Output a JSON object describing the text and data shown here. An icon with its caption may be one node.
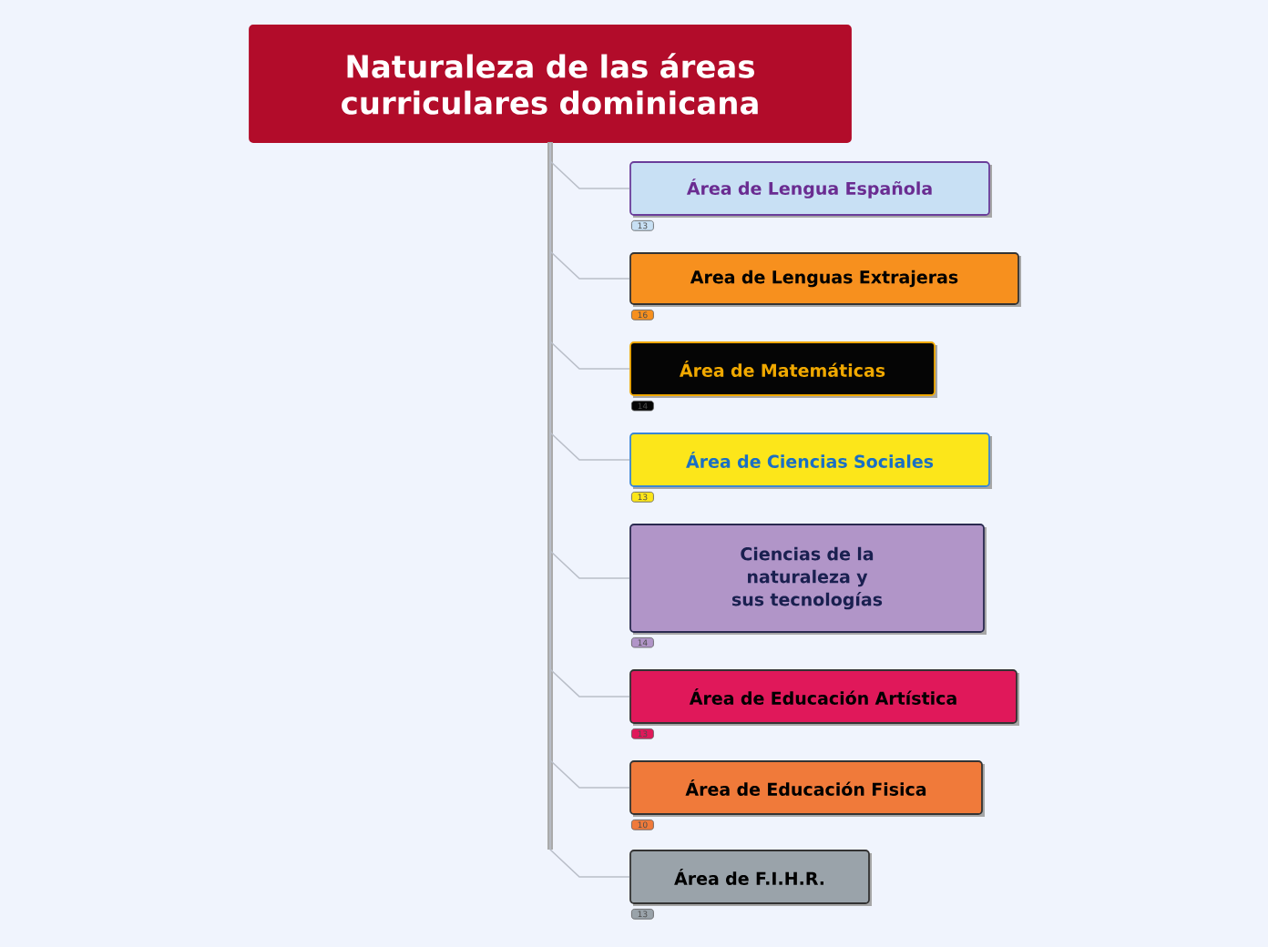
{
  "diagram": {
    "nodes": [
      {
        "text": [
          "Naturaleza de las áreas curriculares dominicana"
        ]
      },
      {
        "text": [
          "Área de Lengua Española"
        ],
        "beside": [
          "13"
        ]
      },
      {
        "text": [
          "Area de Lenguas Extrajeras"
        ],
        "beside": [
          "16"
        ]
      },
      {
        "text": [
          "Área de Matemáticas"
        ],
        "beside": [
          "14"
        ]
      },
      {
        "text": [
          "Área de Ciencias Sociales"
        ],
        "beside": [
          "13"
        ]
      },
      {
        "text": [
          "Ciencias de la naturaleza y sus tecnologías"
        ],
        "beside": [
          "14"
        ]
      },
      {
        "text": [
          "Área de Educación Artística"
        ],
        "beside": [
          "13"
        ]
      },
      {
        "text": [
          "Área de Educación Fisica"
        ],
        "beside": [
          "10"
        ]
      },
      {
        "text": [
          "Área de F.I.H.R."
        ],
        "beside": [
          "13"
        ]
      }
    ],
    "edges": [
      {
        "from": 0,
        "to": 1,
        "arrow": "none"
      },
      {
        "from": 0,
        "to": 2,
        "arrow": "none"
      },
      {
        "from": 0,
        "to": 3,
        "arrow": "none"
      },
      {
        "from": 0,
        "to": 4,
        "arrow": "none"
      },
      {
        "from": 0,
        "to": 5,
        "arrow": "none"
      },
      {
        "from": 0,
        "to": 6,
        "arrow": "none"
      },
      {
        "from": 0,
        "to": 7,
        "arrow": "none"
      },
      {
        "from": 0,
        "to": 8,
        "arrow": "none"
      }
    ]
  }
}
